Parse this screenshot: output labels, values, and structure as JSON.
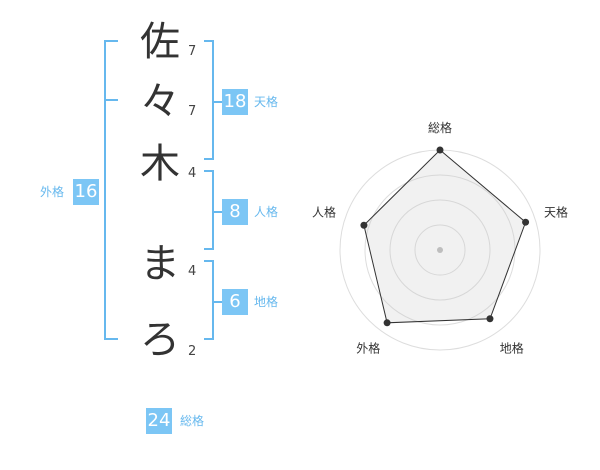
{
  "name_chars": [
    {
      "char": "佐",
      "strokes": "7"
    },
    {
      "char": "々",
      "strokes": "7"
    },
    {
      "char": "木",
      "strokes": "4"
    },
    {
      "char": "ま",
      "strokes": "4"
    },
    {
      "char": "ろ",
      "strokes": "2"
    }
  ],
  "kakusu": {
    "tenkaku": {
      "value": "18",
      "label": "天格"
    },
    "jinkaku": {
      "value": "8",
      "label": "人格"
    },
    "chikaku": {
      "value": "6",
      "label": "地格"
    },
    "gaikaku": {
      "value": "16",
      "label": "外格"
    },
    "soukaku": {
      "value": "24",
      "label": "総格"
    }
  },
  "colors": {
    "accent": "#66b8ee",
    "badge": "#7cc6f5",
    "text": "#333333"
  },
  "chart_data": {
    "type": "radar",
    "axes": [
      "総格",
      "天格",
      "地格",
      "外格",
      "人格"
    ],
    "values": [
      1.0,
      0.9,
      0.85,
      0.9,
      0.8
    ],
    "range": [
      0,
      1
    ]
  }
}
